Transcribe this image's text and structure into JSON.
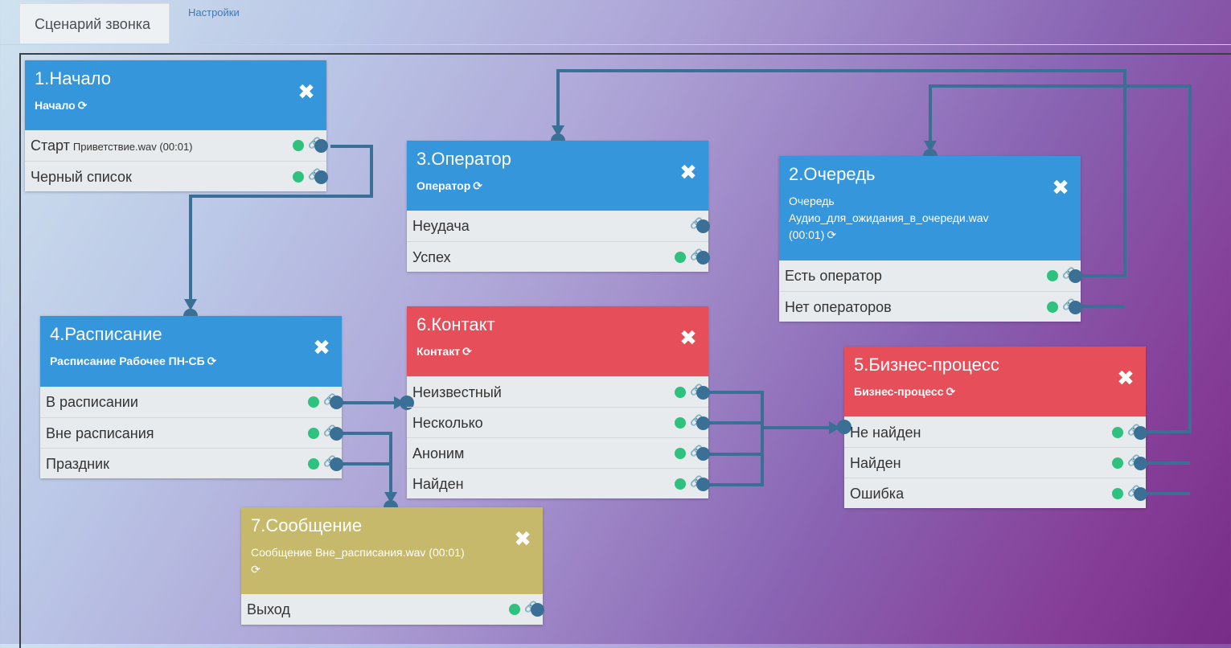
{
  "tabs": [
    {
      "label": "Сценарий звонка",
      "active": true
    },
    {
      "label": "Настройки",
      "active": false
    }
  ],
  "colors": {
    "blue": "#3596dc",
    "red": "#e64f5a",
    "olive": "#c7b96b",
    "wire": "#3a6f96",
    "status_ok": "#2ec27e"
  },
  "icons": {
    "close": "close-icon",
    "refresh": "refresh-icon",
    "link": "link-icon"
  },
  "nodes": {
    "start": {
      "title": "1.Начало",
      "subtitle": "Начало",
      "rows": [
        {
          "label": "Старт",
          "detail": "Приветствие.wav (00:01)"
        },
        {
          "label": "Черный список",
          "detail": ""
        }
      ]
    },
    "operator": {
      "title": "3.Оператор",
      "subtitle": "Оператор",
      "rows": [
        {
          "label": "Неудача"
        },
        {
          "label": "Успех"
        }
      ]
    },
    "queue": {
      "title": "2.Очередь",
      "subtitle": "Очередь",
      "subtitle2": "Аудио_для_ожидания_в_очереди.wav",
      "subtitle3": "(00:01)",
      "rows": [
        {
          "label": "Есть оператор"
        },
        {
          "label": "Нет операторов"
        }
      ]
    },
    "schedule": {
      "title": "4.Расписание",
      "subtitle": "Расписание Рабочее ПН-СБ",
      "rows": [
        {
          "label": "В расписании"
        },
        {
          "label": "Вне расписания"
        },
        {
          "label": "Праздник"
        }
      ]
    },
    "contact": {
      "title": "6.Контакт",
      "subtitle": "Контакт",
      "rows": [
        {
          "label": "Неизвестный"
        },
        {
          "label": "Несколько"
        },
        {
          "label": "Аноним"
        },
        {
          "label": "Найден"
        }
      ]
    },
    "bp": {
      "title": "5.Бизнес-процесс",
      "subtitle": "Бизнес-процесс",
      "rows": [
        {
          "label": "Не найден"
        },
        {
          "label": "Найден"
        },
        {
          "label": "Ошибка"
        }
      ]
    },
    "message": {
      "title": "7.Сообщение",
      "subtitle": "Сообщение Вне_расписания.wav (00:01)",
      "rows": [
        {
          "label": "Выход"
        }
      ]
    }
  }
}
